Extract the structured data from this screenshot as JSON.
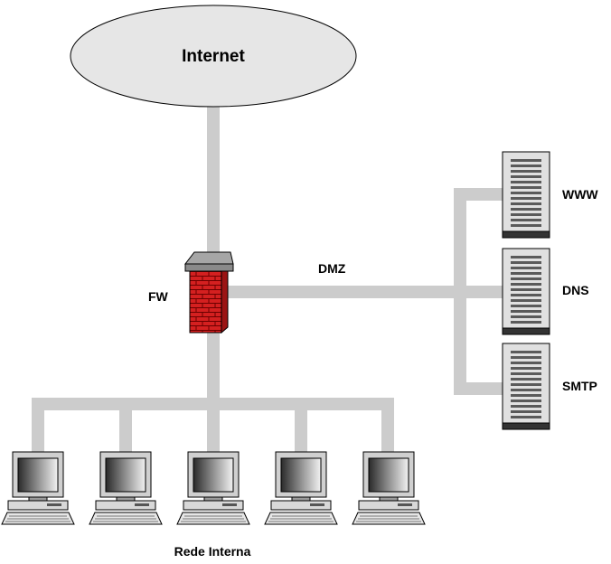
{
  "cloud": {
    "label": "Internet"
  },
  "firewall": {
    "label": "FW"
  },
  "dmz": {
    "label": "DMZ"
  },
  "servers": [
    {
      "label": "WWW"
    },
    {
      "label": "DNS"
    },
    {
      "label": "SMTP"
    }
  ],
  "internal_network": {
    "label": "Rede Interna",
    "workstation_count": 5
  },
  "colors": {
    "link": "#cccccc",
    "cloud_fill": "#e6e6e6",
    "firewall_brick": "#d42020",
    "server_body": "#e0e0e0"
  }
}
